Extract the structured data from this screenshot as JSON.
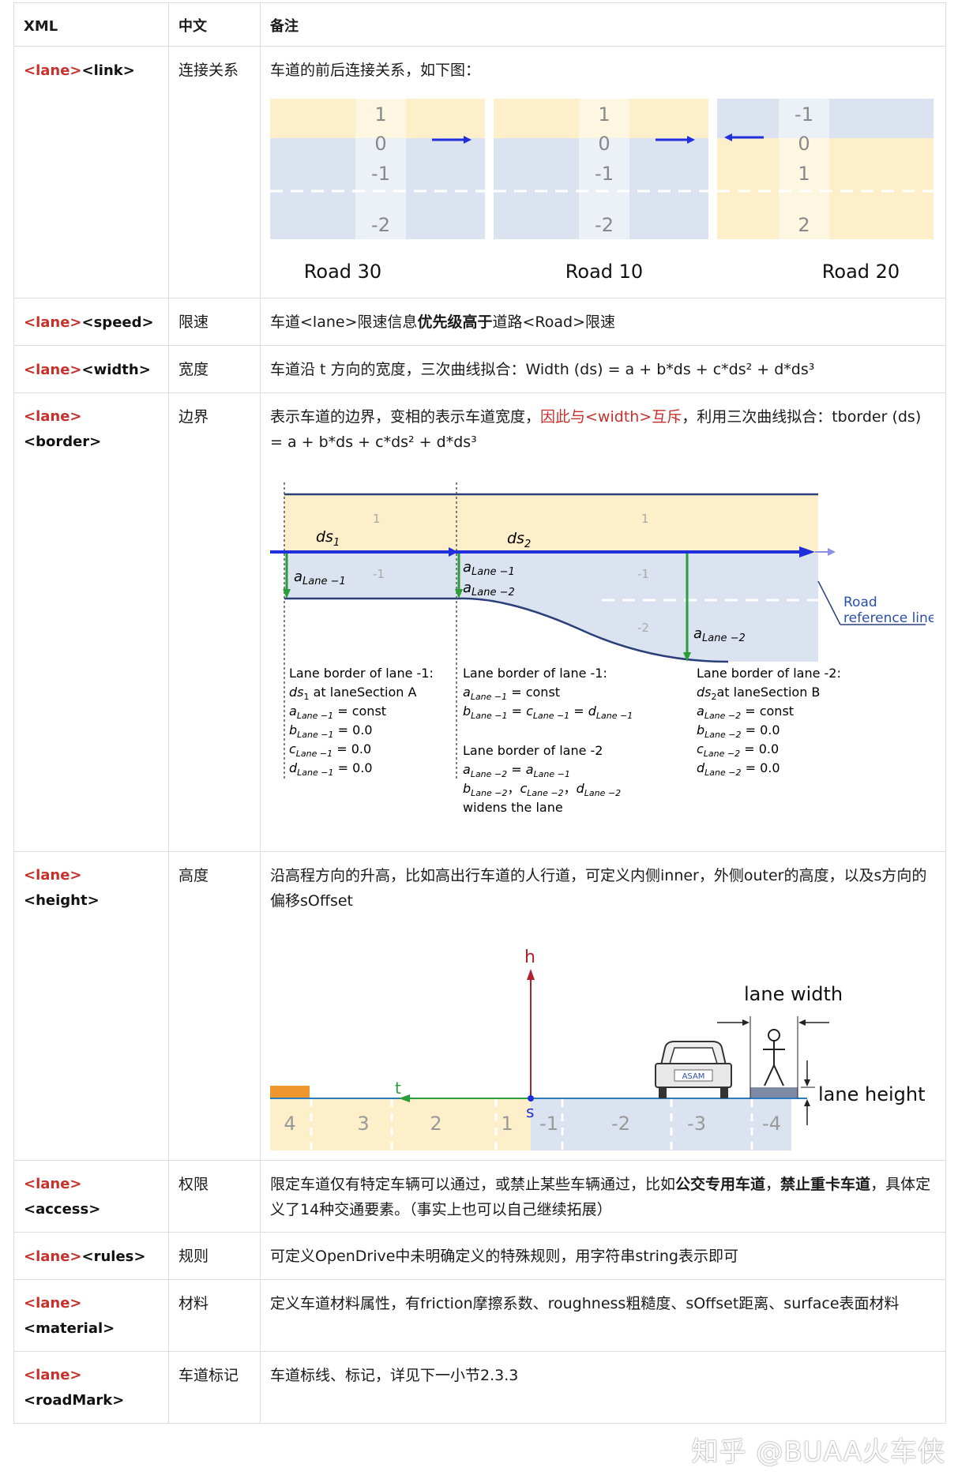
{
  "header": {
    "col1": "XML",
    "col2": "中文",
    "col3": "备注"
  },
  "rows": {
    "link": {
      "tag1": "<lane>",
      "tag2": "<link>",
      "cn": "连接关系",
      "note": "车道的前后连接关系，如下图："
    },
    "speed": {
      "tag1": "<lane>",
      "tag2": "<speed>",
      "cn": "限速",
      "n1": "车道<lane>限速信息",
      "n2": "优先级高于",
      "n3": "道路<Road>限速"
    },
    "width": {
      "tag1": "<lane>",
      "tag2": "<width>",
      "cn": "宽度",
      "note": "车道沿 t 方向的宽度，三次曲线拟合：Width (ds) = a + b*ds + c*ds² + d*ds³"
    },
    "border": {
      "tag1": "<lane>",
      "tag2": "<border>",
      "cn": "边界",
      "n1": "表示车道的边界，变相的表示车道宽度，",
      "n2": "因此与<width>互斥",
      "n3": "，利用三次曲线拟合：tborder (ds) = a + b*ds + c*ds² + d*ds³"
    },
    "height": {
      "tag1": "<lane>",
      "tag2": "<height>",
      "cn": "高度",
      "note": "沿高程方向的升高，比如高出行车道的人行道，可定义内侧inner，外侧outer的高度，以及s方向的偏移sOffset"
    },
    "access": {
      "tag1": "<lane>",
      "tag2": "<access>",
      "cn": "权限",
      "n1": "限定车道仅有特定车辆可以通过，或禁止某些车辆通过，比如",
      "n2": "公交专用车道",
      "n3": "，",
      "n4": "禁止重卡车道",
      "n5": "，具体定义了14种交通要素。（事实上也可以自己继续拓展）"
    },
    "rules": {
      "tag1": "<lane>",
      "tag2": "<rules>",
      "cn": "规则",
      "note": "可定义OpenDrive中未明确定义的特殊规则，用字符串string表示即可"
    },
    "material": {
      "tag1": "<lane>",
      "tag2": "<material>",
      "cn": "材料",
      "note": "定义车道材料属性，有friction摩擦系数、roughness粗糙度、sOffset距离、surface表面材料"
    },
    "roadmark": {
      "tag1": "<lane>",
      "tag2": "<roadMark>",
      "cn": "车道标记",
      "note": "车道标线、标记，详见下一小节2.3.3"
    }
  },
  "fig_link": {
    "roads": [
      {
        "name": "Road 30",
        "labels": [
          "1",
          "0",
          "-1",
          "-2"
        ]
      },
      {
        "name": "Road 10",
        "labels": [
          "1",
          "0",
          "-1",
          "-2"
        ]
      },
      {
        "name": "Road 20",
        "labels": [
          "-1",
          "0",
          "1",
          "2"
        ]
      }
    ]
  },
  "fig_border": {
    "lane_top_1": "1",
    "lane_top_2": "1",
    "lane_m1_a": "-1",
    "lane_m1_b": "-1",
    "lane_m2": "-2",
    "ds1": "ds",
    "ds1_sub": "1",
    "ds2": "ds",
    "ds2_sub": "2",
    "a_lane_m1": "a",
    "a_lane_m1_sub": "Lane −1",
    "a_lane_m1_b": "a",
    "a_lane_m2_b": "a",
    "a_lane_m2_c": "a",
    "sub_m1": "Lane −1",
    "sub_m2": "Lane −2",
    "ref_line_1": "Road",
    "ref_line_2": "reference line",
    "col1": {
      "title": "Lane border of lane -1:",
      "l2": " at laneSection A",
      "l3": " = const",
      "l4": " = 0.0",
      "l5": " = 0.0",
      "l6": " = 0.0"
    },
    "col2": {
      "title": "Lane border of lane -1:",
      "l2": " = const",
      "l3": " = ",
      "title2": "Lane border of lane -2",
      "l5": " = ",
      "l7": "widens the lane"
    },
    "col3": {
      "title": "Lane border of lane -2:",
      "l2": "at laneSection B",
      "l3": " = const",
      "l4": " = 0.0",
      "l5": " = 0.0",
      "l6": " = 0.0"
    },
    "letters": {
      "a": "a",
      "b": "b",
      "c": "c",
      "d": "d",
      "ds": "ds",
      "comma": "，"
    }
  },
  "fig_height": {
    "h": "h",
    "t": "t",
    "s": "s",
    "lane_width": "lane width",
    "lane_height": "lane height",
    "asam": "ASAM",
    "lanes": [
      "4",
      "3",
      "2",
      "1",
      "-1",
      "-2",
      "-3",
      "-4"
    ]
  },
  "watermark": "知乎 @BUAA火车侠",
  "colors": {
    "tag_red": "#c7302b",
    "lane_yellow": "#fcefc9",
    "lane_blue": "#dce3f0",
    "ref_blue": "#1f2fdd",
    "green": "#2a9d3b"
  }
}
